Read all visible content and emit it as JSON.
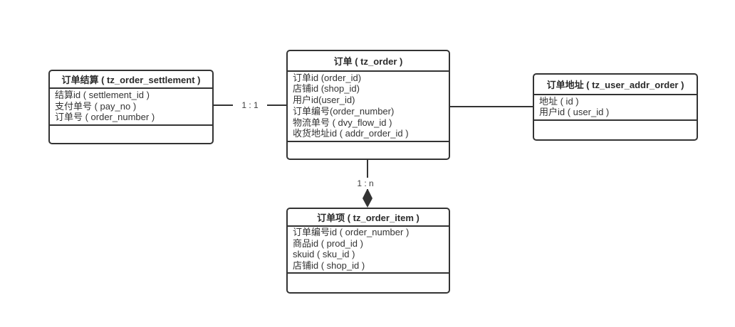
{
  "diagram": {
    "background_color": "#ffffff",
    "line_color": "#333333",
    "text_color": "#333333",
    "entities": [
      {
        "id": "order_settlement",
        "title": "订单结算 ( tz_order_settlement )",
        "fields": [
          "结算id ( settlement_id )",
          "支付单号 ( pay_no )",
          "订单号 ( order_number )"
        ]
      },
      {
        "id": "order",
        "title": "订单 ( tz_order )",
        "fields": [
          "订单id (order_id)",
          "店铺id (shop_id)",
          "用户id(user_id)",
          "订单编号(order_number)",
          "物流单号 ( dvy_flow_id )",
          "收货地址id ( addr_order_id )"
        ]
      },
      {
        "id": "user_addr_order",
        "title": "订单地址 ( tz_user_addr_order )",
        "fields": [
          "地址 ( id )",
          "用户id ( user_id )"
        ]
      },
      {
        "id": "order_item",
        "title": "订单项 ( tz_order_item )",
        "fields": [
          "订单编号id ( order_number )",
          "商品id ( prod_id )",
          "skuid ( sku_id )",
          "店铺id ( shop_id )"
        ]
      }
    ],
    "relationships": [
      {
        "from": "order_settlement",
        "to": "order",
        "label": "1 : 1"
      },
      {
        "from": "order",
        "to": "user_addr_order",
        "label": ""
      },
      {
        "from": "order",
        "to": "order_item",
        "label": "1 : n",
        "arrow": "diamond"
      }
    ]
  }
}
